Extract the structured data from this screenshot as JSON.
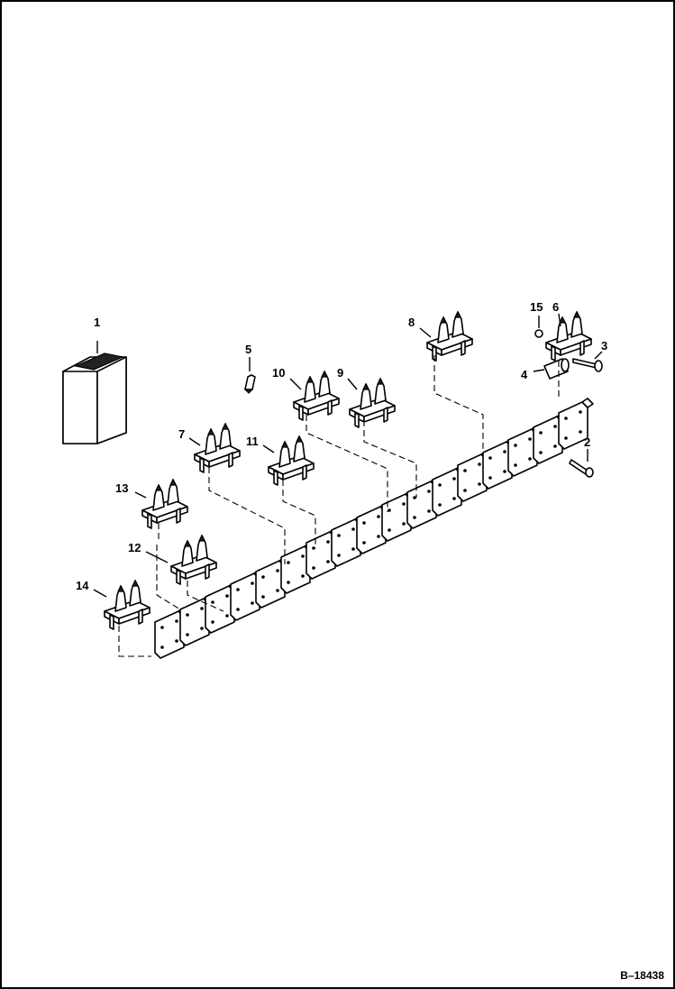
{
  "figure": {
    "id_label": "B–18438",
    "callouts": [
      "1",
      "2",
      "3",
      "4",
      "5",
      "6",
      "7",
      "8",
      "9",
      "10",
      "11",
      "12",
      "13",
      "14",
      "15"
    ]
  }
}
